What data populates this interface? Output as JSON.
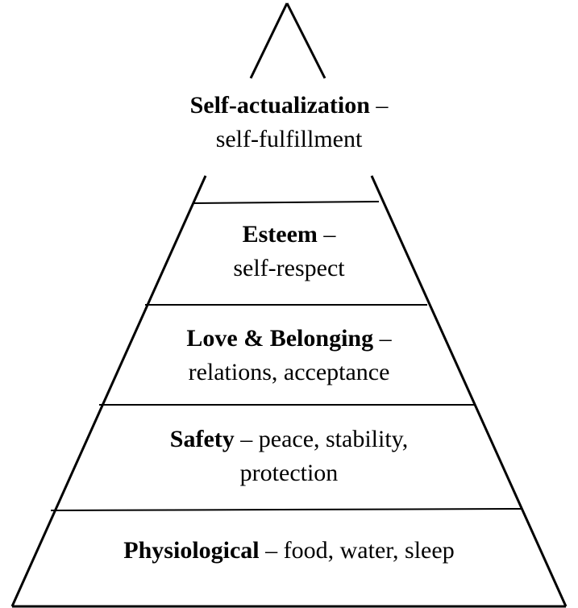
{
  "diagram": {
    "type": "pyramid",
    "line_color": "#000000",
    "levels": [
      {
        "name": "Self-actualization",
        "separator": " –",
        "description": "self-fulfillment"
      },
      {
        "name": "Esteem",
        "separator": " –",
        "description": "self-respect"
      },
      {
        "name": "Love & Belonging",
        "separator": " –",
        "description": "relations, acceptance"
      },
      {
        "name": "Safety",
        "separator": " – peace, stability,",
        "description": "protection"
      },
      {
        "name": "Physiological",
        "separator": " – food, water, sleep",
        "description": ""
      }
    ]
  }
}
